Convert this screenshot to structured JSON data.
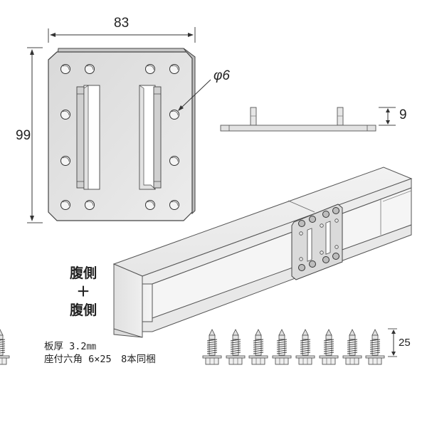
{
  "plate_front": {
    "width_label": "83",
    "height_label": "99",
    "hole_label": "φ6",
    "hole_count": 12,
    "slot_count": 2
  },
  "plate_side": {
    "height_label": "9"
  },
  "assembly": {
    "connection_line1": "腹側",
    "connection_plus": "＋",
    "connection_line2": "腹側"
  },
  "specs": {
    "thickness": "板厚 3.2㎜",
    "screws": "座付六角 6×25　8本同梱"
  },
  "screws": {
    "count": 8,
    "length_label": "25"
  },
  "colors": {
    "metal_fill": "#e3e3e3",
    "metal_edge": "#555555",
    "background": "#ffffff"
  }
}
